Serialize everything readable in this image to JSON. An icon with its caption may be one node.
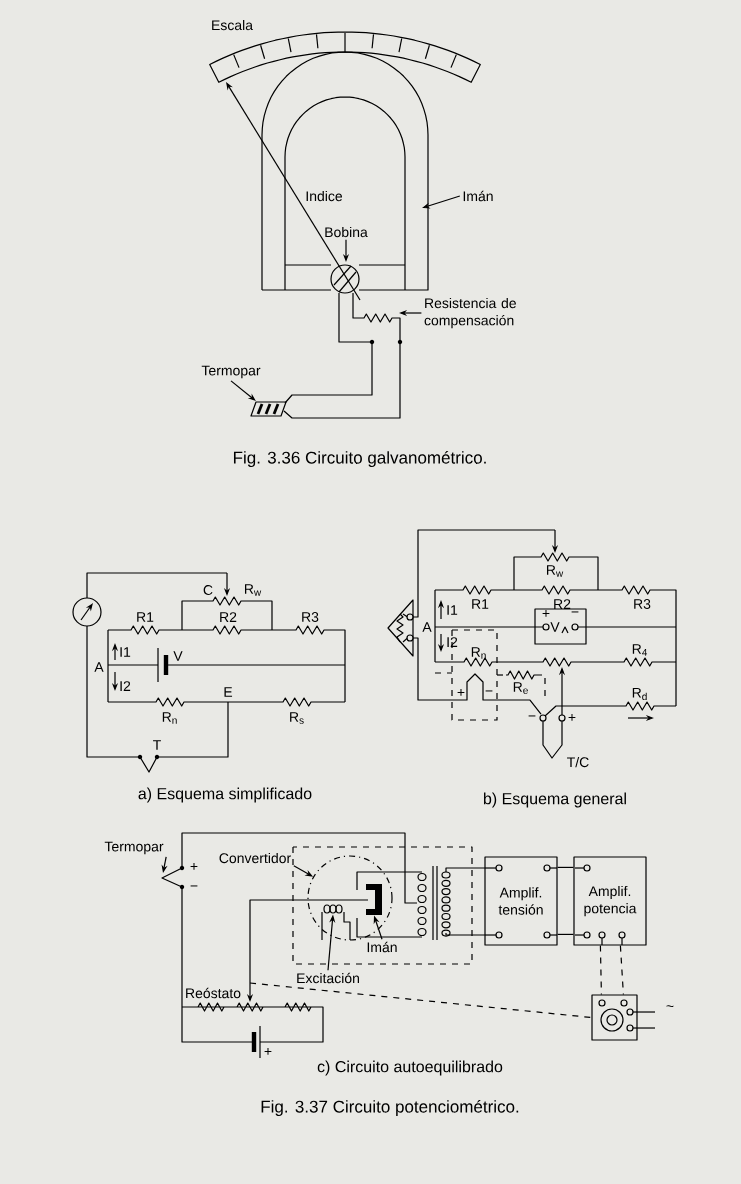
{
  "diagram": {
    "nodes": [
      {
        "text": [
          "Imán"
        ]
      },
      {
        "text": [
          "Bobina"
        ]
      },
      {
        "text": [
          "Resistencia de compensación"
        ]
      },
      {
        "text": [
          "Termopar"
        ]
      },
      {
        "text": [
          "Termopar"
        ]
      },
      {
        "text": [
          "Convertidor"
        ]
      },
      {
        "text": [
          "Imán"
        ]
      },
      {
        "text": [
          "Excitación"
        ]
      },
      {
        "text": [
          "Amplif. tensión"
        ]
      },
      {
        "text": [
          "Amplif. potencia"
        ]
      },
      {
        "text": [],
        "shape": "box"
      },
      {
        "text": [],
        "shape": "circle"
      },
      {
        "text": [],
        "shape": "coil",
        "in": 11
      },
      {
        "text": [],
        "shape": "magnet",
        "in": 11
      }
    ],
    "edges": [
      {
        "from": 0,
        "to": null,
        "arrow": "to"
      },
      {
        "from": 1,
        "to": null,
        "arrow": "to"
      },
      {
        "from": 2,
        "to": null,
        "arrow": "to"
      },
      {
        "from": 3,
        "to": null,
        "arrow": "to"
      },
      {
        "from": 4,
        "to": null,
        "arrow": "to"
      },
      {
        "from": 5,
        "to": 11,
        "arrow": "to"
      },
      {
        "from": 6,
        "to": 13,
        "arrow": "to"
      },
      {
        "from": 7,
        "to": 12,
        "arrow": "to"
      },
      {
        "from": 8,
        "to": 9,
        "arrow": "none"
      },
      {
        "from": 8,
        "to": 9,
        "arrow": "none"
      },
      {
        "from": 9,
        "to": 10,
        "arrow": "none",
        "style": "dashed"
      },
      {
        "from": 9,
        "to": 10,
        "arrow": "none",
        "style": "dashed"
      },
      {
        "from": null,
        "to": 10,
        "arrow": "none",
        "style": "dashed"
      }
    ],
    "labels": [
      "Escala",
      "Indice",
      "Fig. 3.36 Circuito galvanométrico.",
      "C",
      "R$_{w}$",
      "R1",
      "R2",
      "R3",
      "I1",
      "A",
      "V",
      "I2",
      "E",
      "R$_{n}$",
      "R$_{s}$",
      "T",
      "a) Esquema simplificado",
      "R$_{w}$",
      "R1",
      "R2",
      "R3",
      "I1",
      "A",
      "+",
      "−",
      "V",
      "I2",
      "R$_{n}$",
      "R$_{4}$",
      "R$_{e}$",
      "+",
      "−",
      "R$_{d}$",
      "−",
      "+",
      "T/C",
      "b) Esquema general",
      "+",
      "−",
      "Reóstato",
      "+",
      "~",
      "c) Circuito autoequilibrado",
      "Fig. 3.37 Circuito potenciométrico."
    ]
  }
}
